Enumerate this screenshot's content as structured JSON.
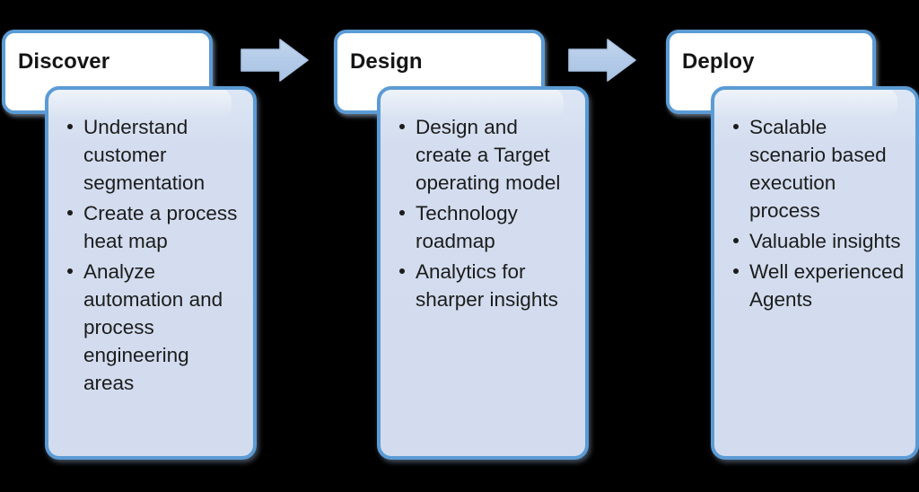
{
  "diagram": {
    "title": "Discover Design Deploy",
    "background_color": "#000000",
    "accent_border_color": "#5b9bd5",
    "body_fill_color": "#d4ddee",
    "header_fill_color": "#ffffff",
    "arrow_color": "#b7cde9",
    "arrow_border_color": "#9fbde0",
    "text_color": "#1c1c1c"
  },
  "phases": [
    {
      "id": "discover",
      "title": "Discover",
      "bullets": [
        "Understand customer segmentation",
        "Create a process heat map",
        "Analyze automation and process engineering areas"
      ]
    },
    {
      "id": "design",
      "title": "Design",
      "bullets": [
        "Design and create a Target operating model",
        "Technology roadmap",
        "Analytics for sharper insights"
      ]
    },
    {
      "id": "deploy",
      "title": "Deploy",
      "bullets": [
        "Scalable scenario based execution process",
        "Valuable insights",
        "Well experienced Agents"
      ]
    }
  ],
  "connectors": [
    {
      "id": "arrow-discover-to-design",
      "label": "right-arrow"
    },
    {
      "id": "arrow-design-to-deploy",
      "label": "right-arrow"
    }
  ]
}
